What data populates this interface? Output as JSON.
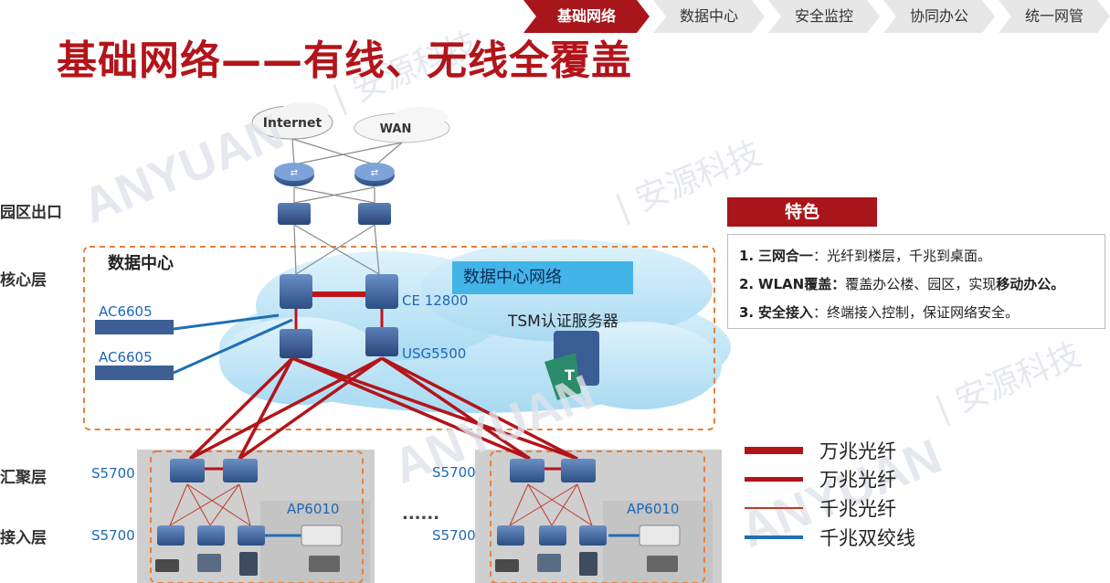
{
  "nav": {
    "tabs": [
      {
        "label": "基础网络",
        "active": true
      },
      {
        "label": "数据中心",
        "active": false
      },
      {
        "label": "安全监控",
        "active": false
      },
      {
        "label": "协同办公",
        "active": false
      },
      {
        "label": "统一网管",
        "active": false
      }
    ]
  },
  "title": "基础网络——有线、无线全覆盖",
  "watermark": {
    "text": "ANYUAN",
    "company": "| 安源科技"
  },
  "layers": {
    "exit": "园区出口",
    "core": "核心层",
    "aggregation": "汇聚层",
    "access": "接入层"
  },
  "diagram": {
    "internet": "Internet",
    "wan": "WAN",
    "datacenter": "数据中心",
    "dc_network": "数据中心网络",
    "ac1": "AC6605",
    "ac2": "AC6605",
    "core_switch": "CE 12800",
    "firewall": "USG5500",
    "tsm": "TSM认证服务器",
    "left_agg": "S5700",
    "left_access": "S5700",
    "left_ap": "AP6010",
    "right_agg": "S5700",
    "right_access": "S5700",
    "right_ap": "AP6010",
    "ellipsis": "......"
  },
  "features": {
    "heading": "特色",
    "items": [
      {
        "num": "1.",
        "key": "三网合一",
        "text": "：光纤到楼层，千兆到桌面。",
        "emph": ""
      },
      {
        "num": "2.",
        "key": "WLAN覆盖：",
        "text": "覆盖办公楼、园区，实现",
        "emph": "移动办公。"
      },
      {
        "num": "3.",
        "key": "安全接入",
        "text": "：终端接入控制，保证网络安全。",
        "emph": ""
      }
    ]
  },
  "legend": [
    {
      "label": "万兆光纤",
      "color": "#b3141a",
      "style": "thick"
    },
    {
      "label": "万兆光纤",
      "color": "#b3141a",
      "style": "medium"
    },
    {
      "label": "千兆光纤",
      "color": "#c0392b",
      "style": "thin"
    },
    {
      "label": "千兆双绞线",
      "color": "#1f6fb5",
      "style": "medium"
    }
  ],
  "colors": {
    "brand": "#b3141a",
    "link_blue": "#1f6fb5",
    "cloud": "#bfe6f8",
    "box_border": "#e8803a"
  }
}
